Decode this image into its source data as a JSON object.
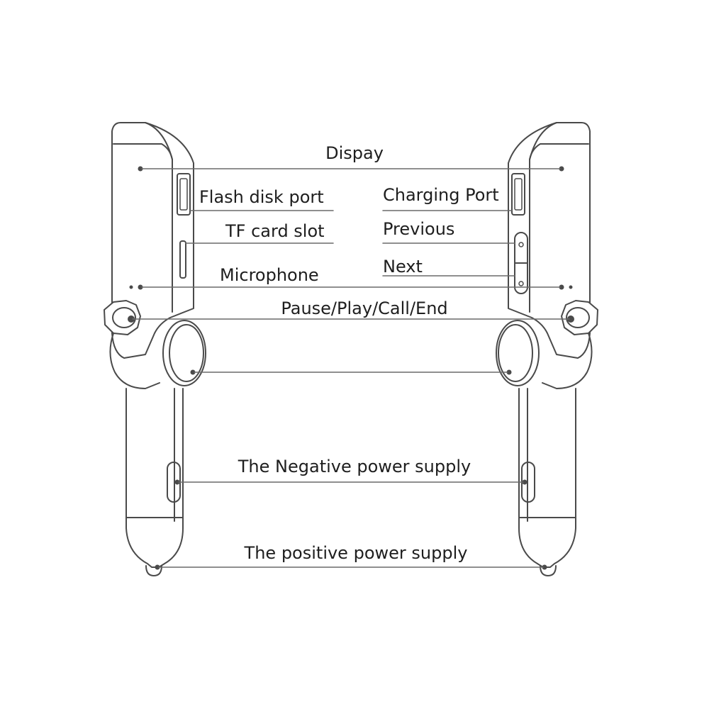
{
  "colors": {
    "stroke": "#4a4a4a",
    "leader": "#6a6a6a",
    "text": "#1e1e1e",
    "background": "#ffffff"
  },
  "labels": {
    "display": "Dispay",
    "flash_disk_port": "Flash disk port",
    "tf_card_slot": "TF card slot",
    "microphone": "Microphone",
    "charging_port": "Charging Port",
    "previous": "Previous",
    "next": "Next",
    "pause_play_call_end": "Pause/Play/Call/End",
    "negative_power_supply": "The  Negative power supply",
    "positive_power_supply": "The positive power supply"
  }
}
